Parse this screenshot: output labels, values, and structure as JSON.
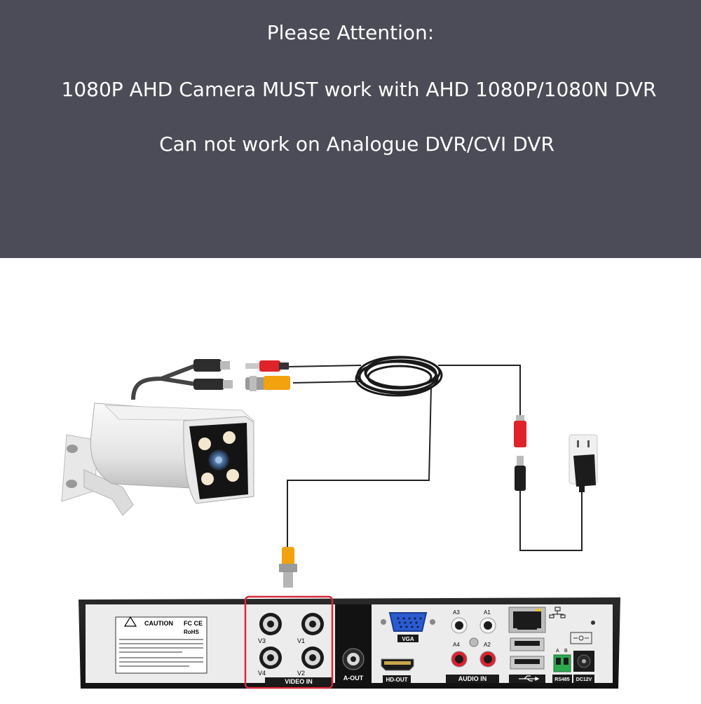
{
  "banner": {
    "line1": "Please Attention:",
    "line2": "1080P AHD Camera MUST work with AHD 1080P/1080N DVR",
    "line3": "Can not work on Analogue DVR/CVI DVR",
    "background": "#4c4c58"
  },
  "dvr": {
    "caution_title": "CAUTION",
    "cert_marks": "FC CE",
    "rohs": "RoHS",
    "video_in_label": "VIDEO IN",
    "channels": [
      "V3",
      "V1",
      "V4",
      "V2"
    ],
    "a_out_label": "A-OUT",
    "vga_label": "VGA",
    "hdmi_label": "HD-OUT",
    "audio_in_label": "AUDIO IN",
    "audio_channels": [
      "A3",
      "A1",
      "A4",
      "A2"
    ],
    "rs485_label": "RS485",
    "rs485_pins": [
      "A",
      "B"
    ],
    "power_label": "DC12V",
    "highlight_color": "#d42a3a"
  }
}
